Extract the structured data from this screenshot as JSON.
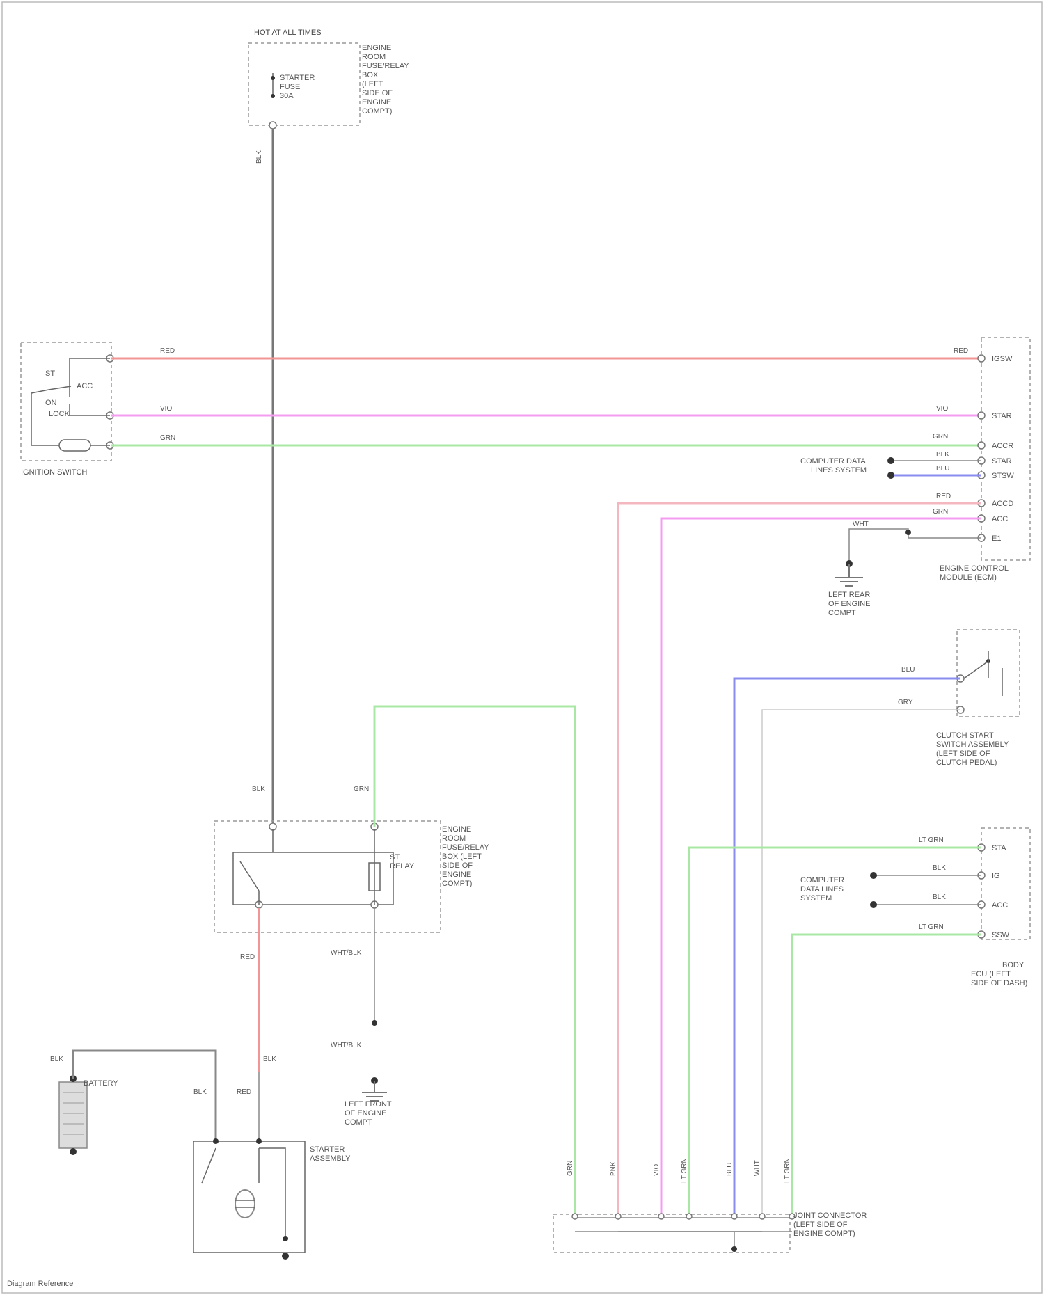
{
  "diagram": {
    "title": "Starting Wiring Diagram",
    "footer": "Diagram Reference"
  },
  "components": {
    "hot_at_all_times": "HOT AT ALL TIMES",
    "fuse_block": [
      "ENGINE",
      "ROOM",
      "FUSE/RELAY",
      "BOX",
      "(LEFT",
      "SIDE OF",
      "ENGINE",
      "COMPT)"
    ],
    "fuse_block_fuse": [
      "STARTER",
      "FUSE",
      "30A"
    ],
    "ignition_switch": "IGNITION SWITCH",
    "ignition_switch_contacts": [
      "ST",
      "ACC",
      "ON",
      "LOCK"
    ],
    "ecm": [
      "ENGINE CONTROL",
      "MODULE (ECM)"
    ],
    "ecm_pins": [
      "IGSW",
      "STAR",
      "ACCR",
      "STAR",
      "STSW",
      "ACCD",
      "ACC",
      "E1"
    ],
    "ecm_connected": [
      "COMPUTER DATA",
      "LINES SYSTEM"
    ],
    "ground_g1": [
      "LEFT REAR",
      "OF ENGINE",
      "COMPT"
    ],
    "clutch_switch": [
      "CLUTCH START",
      "SWITCH ASSEMBLY",
      "(LEFT SIDE OF",
      "CLUTCH PEDAL)"
    ],
    "starter_relay": [
      "ENGINE",
      "ROOM",
      "FUSE/RELAY",
      "BOX (LEFT",
      "SIDE OF",
      "ENGINE",
      "COMPT)"
    ],
    "starter_relay_name": [
      "ST",
      "RELAY"
    ],
    "ground_g2": [
      "LEFT FRONT",
      "OF ENGINE",
      "COMPT"
    ],
    "battery": "BATTERY",
    "starter": [
      "STARTER",
      "ASSEMBLY"
    ],
    "body_ecu": [
      "BODY",
      "ECU (LEFT",
      "SIDE OF DASH)"
    ],
    "body_ecu_pins": [
      "STA",
      "IG",
      "ACC",
      "SSW"
    ],
    "body_ecu_connected": [
      "COMPUTER",
      "DATA LINES",
      "SYSTEM"
    ],
    "joint_connector": [
      "JOINT CONNECTOR",
      "(LEFT SIDE OF",
      "ENGINE COMPT)"
    ]
  },
  "wire_colors": {
    "red": "#f29595",
    "magenta": "#f39cf0",
    "green": "#a9e8a4",
    "blue": "#8a8cf0",
    "pink": "#f5b7bf",
    "gray": "#888888"
  },
  "wire_labels": {
    "blk_top": "BLK",
    "red_1": "RED",
    "red_2": "RED",
    "vio_1": "VIO",
    "vio_2": "VIO",
    "grn_1": "GRN",
    "grn_2": "GRN",
    "blu_ecm": "BLU",
    "red_ecm": "RED",
    "blk_ecm": "BLK",
    "grn_ecm": "GRN",
    "wht_ecm": "WHT",
    "blk_relay": "BLK",
    "grn_relay": "GRN",
    "red_relay": "RED",
    "wht_relay": "WHT/BLK",
    "blk_gnd": "BLK",
    "wht_gnd": "WHT/BLK",
    "blu_clutch": "BLU",
    "gry_clutch": "GRY",
    "ltgrn_1": "LT GRN",
    "ltgrn_2": "LT GRN",
    "blk_body": "BLK",
    "blk_body2": "BLK",
    "bat_label": "BLK",
    "st_red": "RED",
    "st_blk": "BLK",
    "st_blk2": "BLK",
    "jc_1": "GRN",
    "jc_2": "PNK",
    "jc_3": "VIO",
    "jc_4": "LT GRN",
    "jc_5": "BLU",
    "jc_6": "WHT",
    "jc_7": "LT GRN"
  }
}
